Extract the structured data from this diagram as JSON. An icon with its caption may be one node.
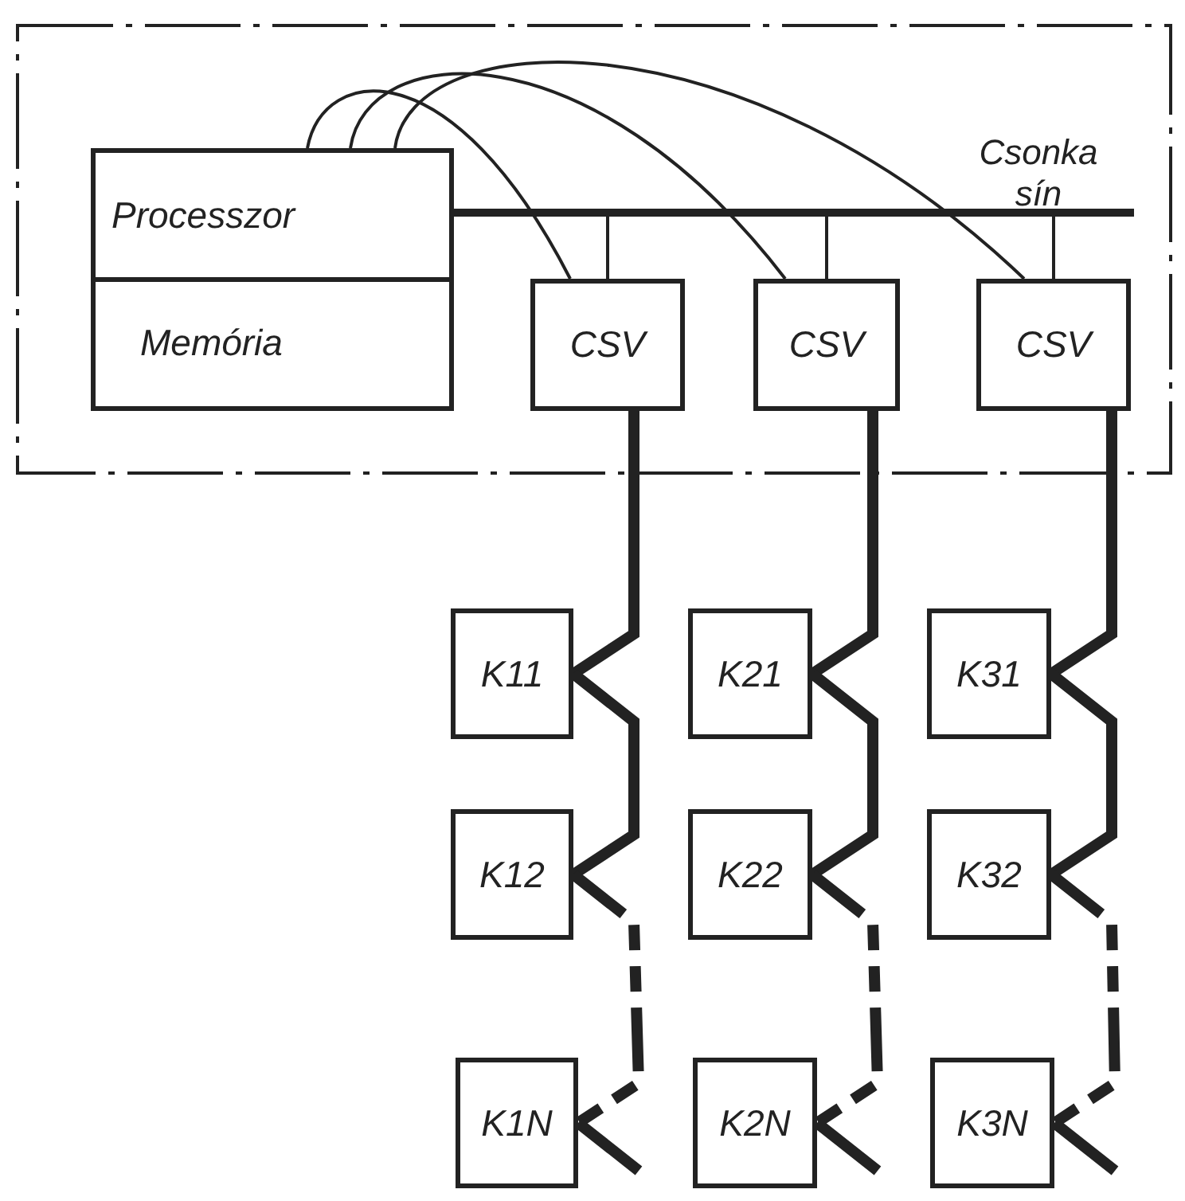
{
  "diagram": {
    "nodes": [
      {
        "text": [],
        "shape": "box"
      },
      {
        "text": [
          "Processzor"
        ],
        "in": 0
      },
      {
        "text": [
          "Memória"
        ],
        "in": 0
      },
      {
        "text": [],
        "shape": "bar",
        "beside": [
          "Csonka sín"
        ],
        "in": 0
      },
      {
        "text": [
          "CSV"
        ],
        "in": 0
      },
      {
        "text": [
          "CSV"
        ],
        "in": 0
      },
      {
        "text": [
          "CSV"
        ],
        "in": 0
      },
      {
        "text": [
          "K11"
        ]
      },
      {
        "text": [
          "K12"
        ]
      },
      {
        "text": [
          "K1N"
        ]
      },
      {
        "text": [
          "K21"
        ]
      },
      {
        "text": [
          "K22"
        ]
      },
      {
        "text": [
          "K2N"
        ]
      },
      {
        "text": [
          "K31"
        ]
      },
      {
        "text": [
          "K32"
        ]
      },
      {
        "text": [
          "K3N"
        ]
      }
    ],
    "edges": [
      {
        "from": 1,
        "to": 4,
        "arrow": "none"
      },
      {
        "from": 1,
        "to": 5,
        "arrow": "none"
      },
      {
        "from": 1,
        "to": 6,
        "arrow": "none"
      },
      {
        "from": 3,
        "to": 4,
        "arrow": "none"
      },
      {
        "from": 3,
        "to": 5,
        "arrow": "none"
      },
      {
        "from": 3,
        "to": 6,
        "arrow": "none"
      },
      {
        "from": 4,
        "to": 7,
        "arrow": "none"
      },
      {
        "from": 7,
        "to": 8,
        "arrow": "none"
      },
      {
        "from": 8,
        "to": 9,
        "arrow": "none",
        "style": "dashed"
      },
      {
        "from": 9,
        "to": null,
        "arrow": "none"
      },
      {
        "from": 5,
        "to": 10,
        "arrow": "none"
      },
      {
        "from": 10,
        "to": 11,
        "arrow": "none"
      },
      {
        "from": 11,
        "to": 12,
        "arrow": "none",
        "style": "dashed"
      },
      {
        "from": 12,
        "to": null,
        "arrow": "none"
      },
      {
        "from": 6,
        "to": 13,
        "arrow": "none"
      },
      {
        "from": 13,
        "to": 14,
        "arrow": "none"
      },
      {
        "from": 14,
        "to": 15,
        "arrow": "none",
        "style": "dashed"
      },
      {
        "from": 15,
        "to": null,
        "arrow": "none"
      }
    ]
  }
}
